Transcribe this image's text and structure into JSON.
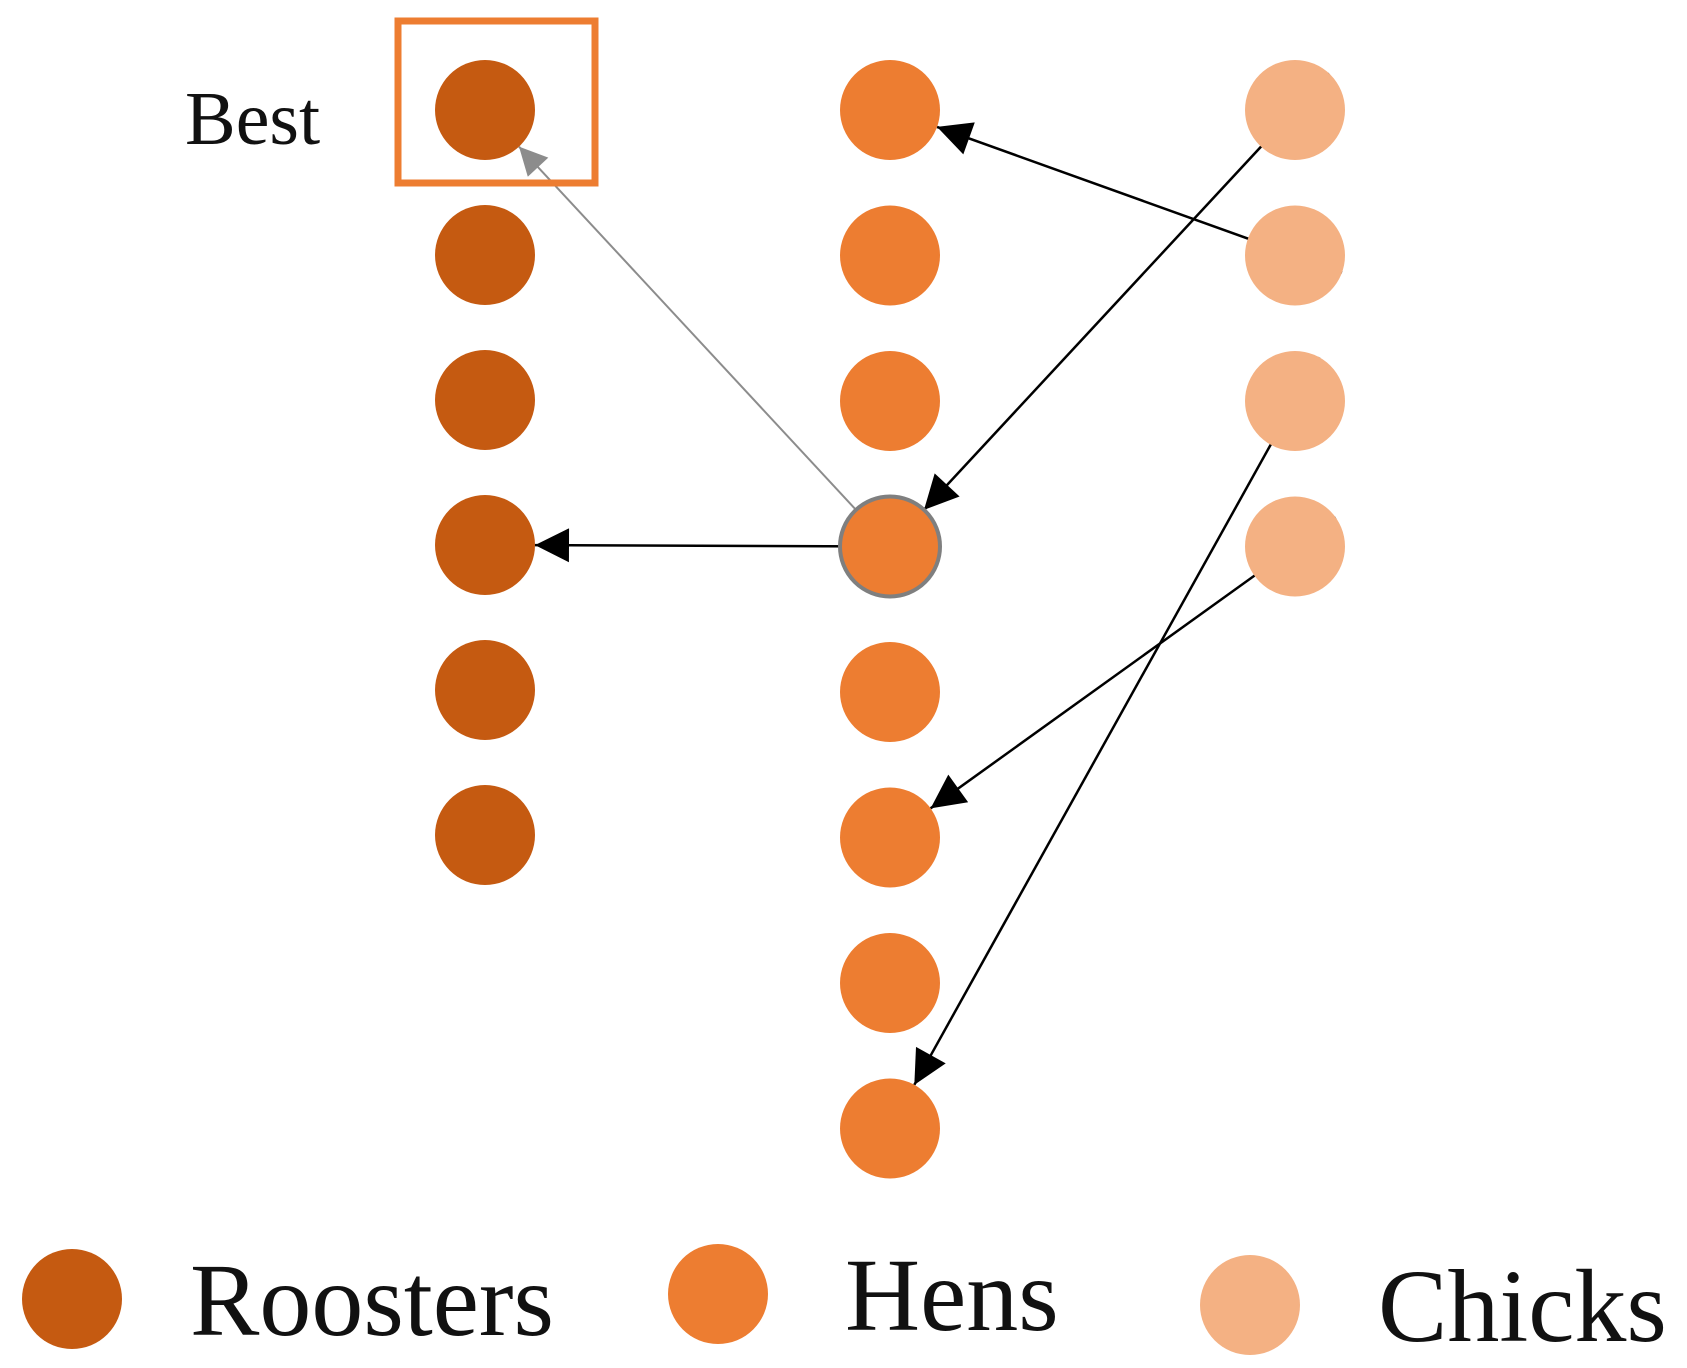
{
  "labels": {
    "best": "Best",
    "legend": {
      "roosters": "Roosters",
      "hens": "Hens",
      "chicks": "Chicks"
    }
  },
  "groups": {
    "roosters": {
      "count": 6,
      "color": "#C55A11"
    },
    "hens": {
      "count": 8,
      "color": "#ED7D31",
      "highlight_index": 3,
      "highlight_stroke": "#7F7F7F"
    },
    "chicks": {
      "count": 4,
      "color": "#F4B183"
    }
  },
  "best_box_color": "#ED7D31",
  "arrow_colors": {
    "black": "#000000",
    "gray": "#8C8C8C"
  },
  "arrows": [
    {
      "from": "chicks",
      "from_index": 1,
      "to": "hens",
      "to_index": 0,
      "color": "black"
    },
    {
      "from": "chicks",
      "from_index": 0,
      "to": "hens",
      "to_index": 3,
      "color": "black"
    },
    {
      "from": "chicks",
      "from_index": 3,
      "to": "hens",
      "to_index": 5,
      "color": "black"
    },
    {
      "from": "chicks",
      "from_index": 2,
      "to": "hens",
      "to_index": 7,
      "color": "black"
    },
    {
      "from": "hens",
      "from_index": 3,
      "to": "roosters",
      "to_index": 3,
      "color": "black"
    },
    {
      "from": "hens",
      "from_index": 3,
      "to": "roosters",
      "to_index": 0,
      "color": "gray"
    }
  ]
}
